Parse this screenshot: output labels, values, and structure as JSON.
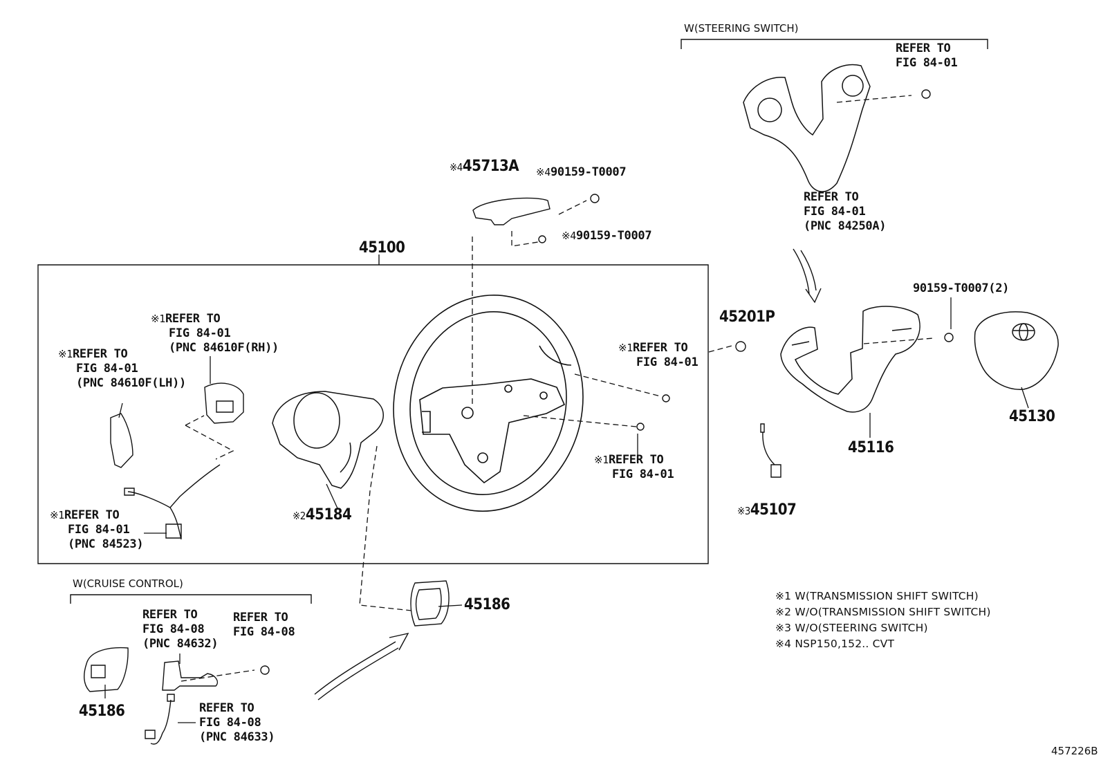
{
  "group_labels": {
    "steering_switch": "W(STEERING SWITCH)",
    "cruise_control": "W(CRUISE CONTROL)"
  },
  "assembly": {
    "number": "45100"
  },
  "parts": {
    "p45713A": {
      "mark": "※4",
      "number": "45713A"
    },
    "p90159_top": {
      "mark": "※4",
      "number": "90159-T0007"
    },
    "p90159_mid": {
      "mark": "※4",
      "number": "90159-T0007"
    },
    "p45201P": {
      "number": "45201P"
    },
    "p90159_x2": {
      "number": "90159-T0007(2)"
    },
    "p45116": {
      "number": "45116"
    },
    "p45130": {
      "number": "45130"
    },
    "p45107": {
      "mark": "※3",
      "number": "45107"
    },
    "p45184": {
      "mark": "※2",
      "number": "45184"
    },
    "p45186_center": {
      "number": "45186"
    },
    "p45186_cruise": {
      "number": "45186"
    }
  },
  "references": {
    "sw_top_right": [
      "REFER TO",
      "FIG 84-01"
    ],
    "sw_bottom": [
      "REFER TO",
      "FIG 84-01",
      "(PNC 84250A)"
    ],
    "rh_switch": {
      "mark": "※1",
      "lines": [
        "REFER TO",
        "FIG 84-01",
        "(PNC 84610F(RH))"
      ]
    },
    "lh_switch": {
      "mark": "※1",
      "lines": [
        "REFER TO",
        "FIG 84-01",
        "(PNC 84610F(LH))"
      ]
    },
    "harness": {
      "mark": "※1",
      "lines": [
        "REFER TO",
        "FIG 84-01",
        "(PNC 84523)"
      ]
    },
    "wheel_screw_upper": {
      "mark": "※1",
      "lines": [
        "REFER TO",
        "FIG 84-01"
      ]
    },
    "wheel_screw_lower": {
      "mark": "※1",
      "lines": [
        "REFER TO",
        "FIG 84-01"
      ]
    },
    "cruise_switch": [
      "REFER TO",
      "FIG 84-08",
      "(PNC 84632)"
    ],
    "cruise_screw": [
      "REFER TO",
      "FIG 84-08"
    ],
    "cruise_harness": [
      "REFER TO",
      "FIG 84-08",
      "(PNC 84633)"
    ]
  },
  "notes": [
    "※1 W(TRANSMISSION SHIFT SWITCH)",
    "※2 W/O(TRANSMISSION SHIFT SWITCH)",
    "※3 W/O(STEERING SWITCH)",
    "※4 NSP150,152.. CVT"
  ],
  "figure_id": "457226B"
}
